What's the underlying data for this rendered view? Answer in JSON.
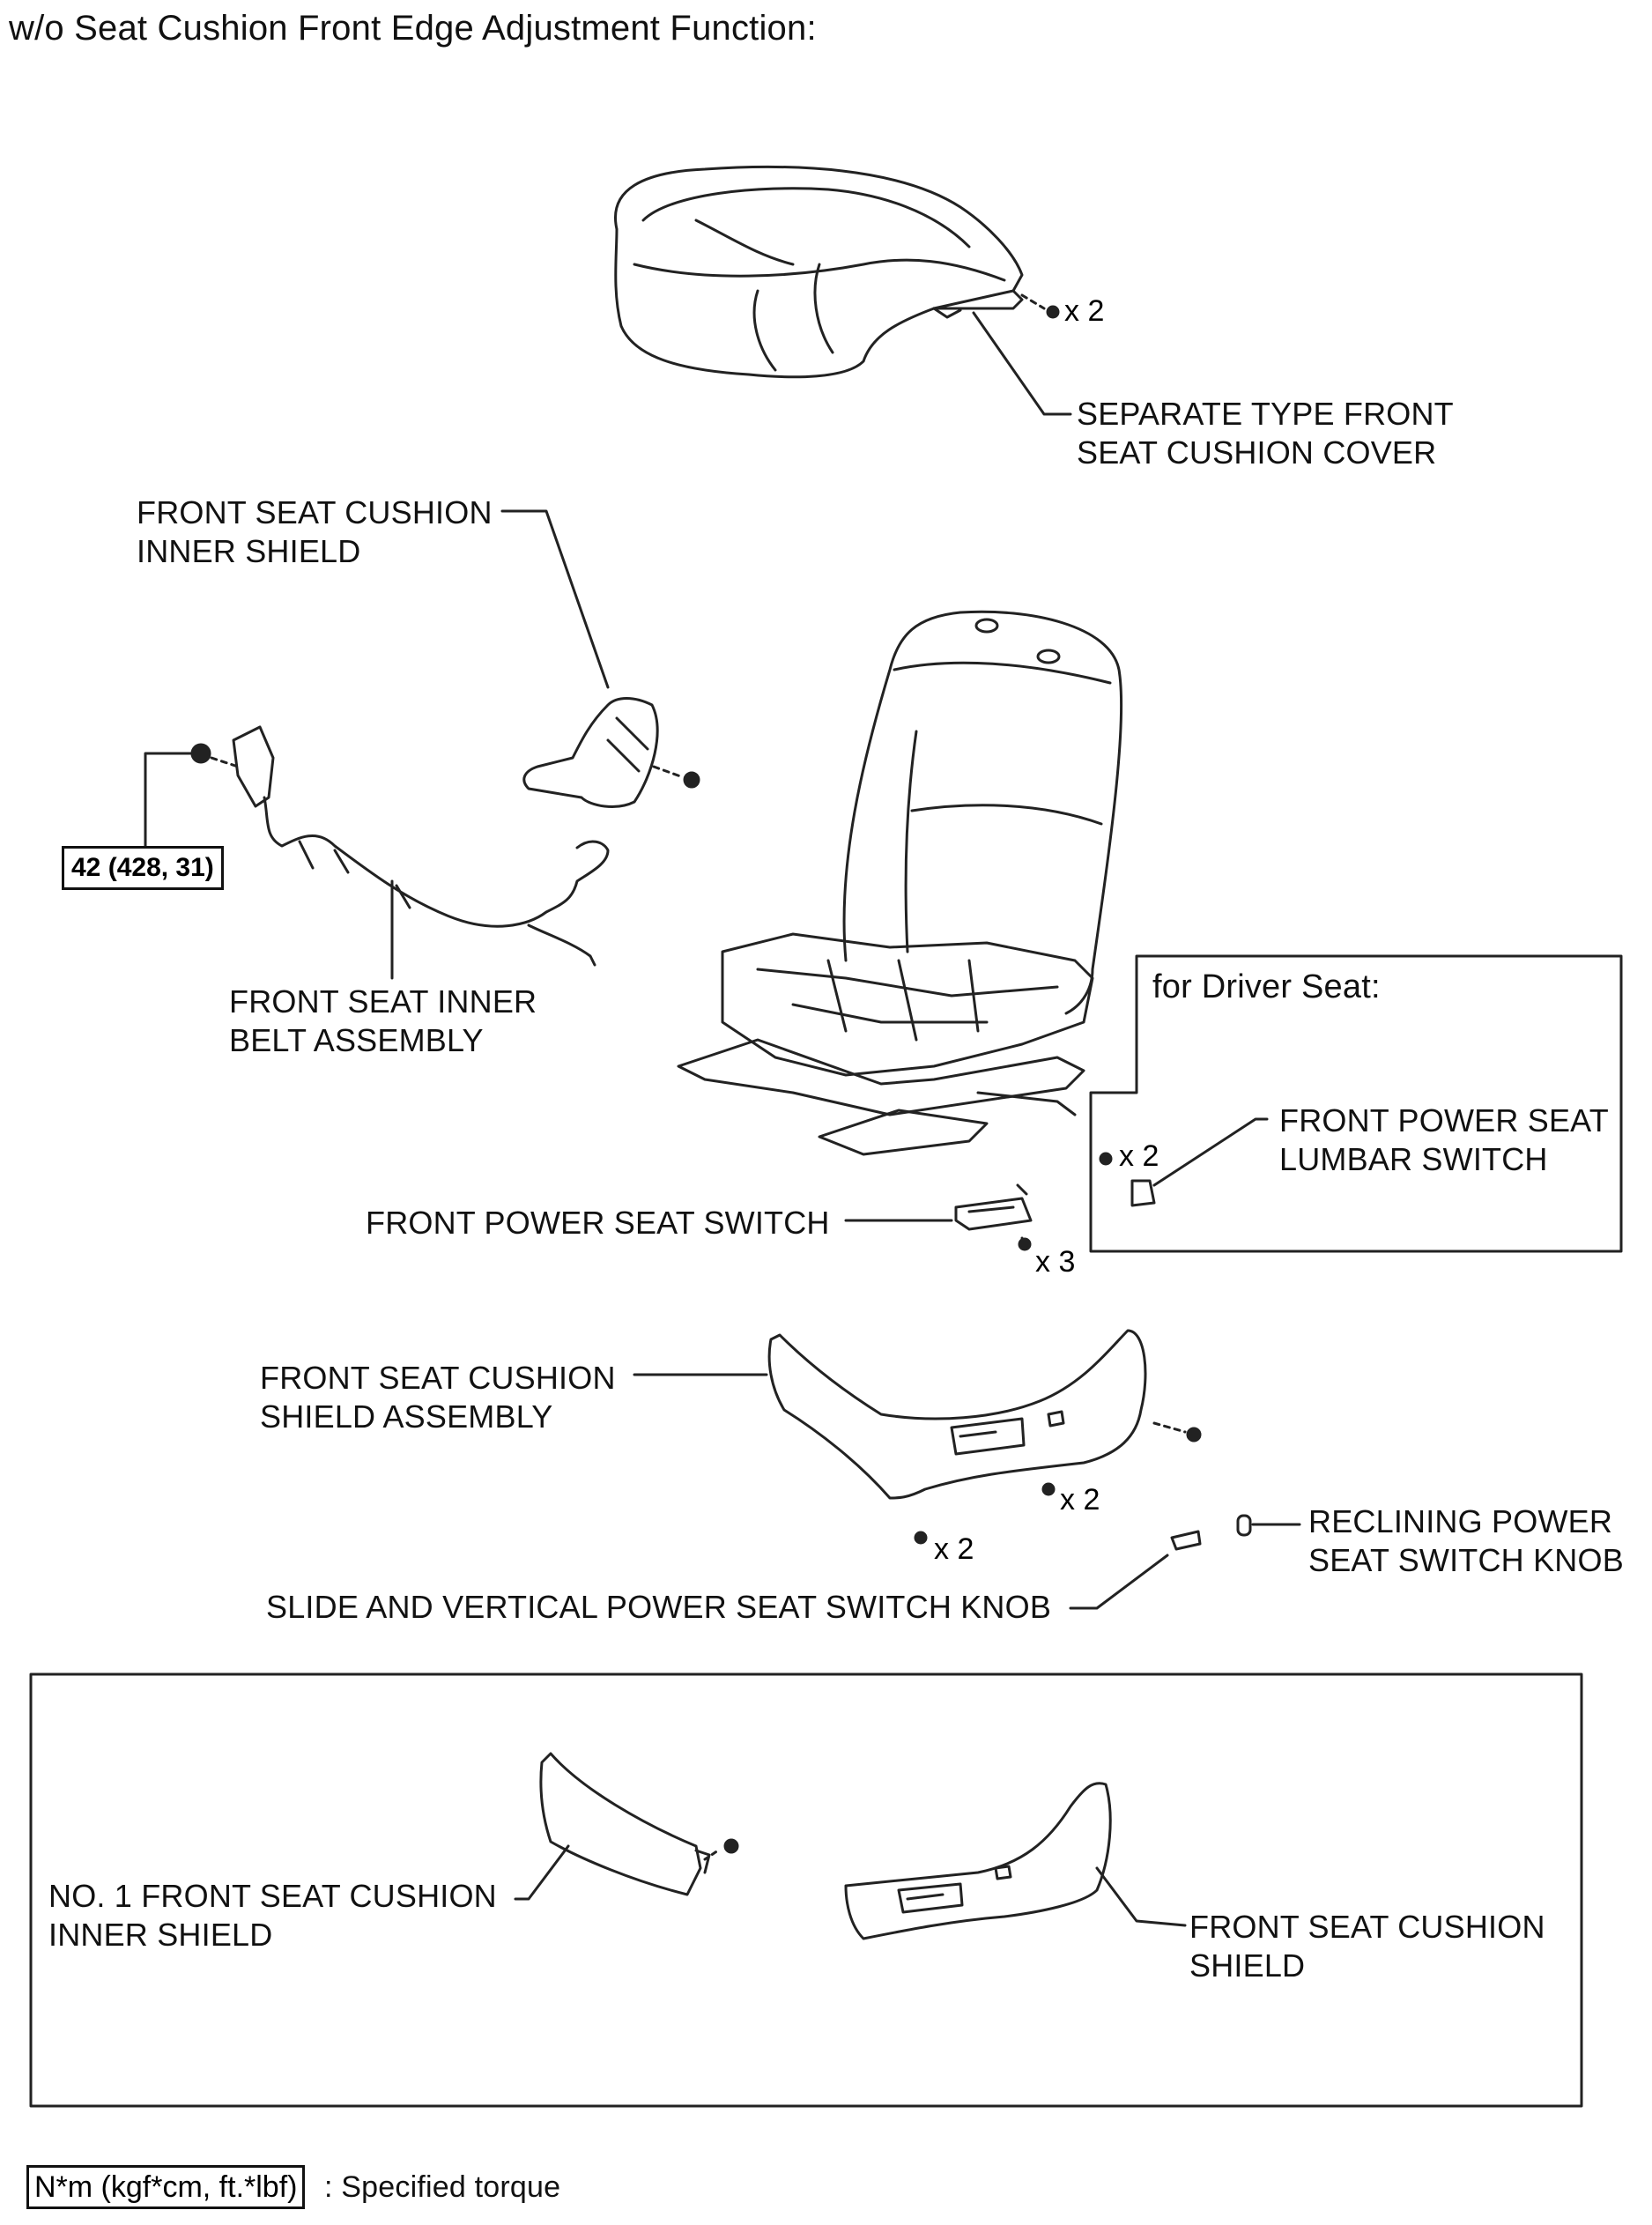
{
  "title": "w/o Seat Cushion Front Edge Adjustment Function:",
  "labels": {
    "cushion_cover": [
      "SEPARATE TYPE FRONT",
      "SEAT CUSHION COVER"
    ],
    "inner_shield": [
      "FRONT SEAT CUSHION",
      "INNER SHIELD"
    ],
    "inner_belt": [
      "FRONT SEAT INNER",
      "BELT ASSEMBLY"
    ],
    "driver_seat": "for Driver Seat:",
    "lumbar_switch": [
      "FRONT POWER SEAT",
      "LUMBAR SWITCH"
    ],
    "power_seat_switch": "FRONT POWER SEAT SWITCH",
    "shield_assembly": [
      "FRONT SEAT CUSHION",
      "SHIELD ASSEMBLY"
    ],
    "reclining_knob": [
      "RECLINING POWER",
      "SEAT SWITCH KNOB"
    ],
    "slide_knob": "SLIDE AND VERTICAL POWER SEAT SWITCH KNOB",
    "no1_inner_shield": [
      "NO. 1 FRONT SEAT CUSHION",
      "INNER SHIELD"
    ],
    "cushion_shield": [
      "FRONT SEAT CUSHION",
      "SHIELD"
    ]
  },
  "quantities": {
    "cover_clips": "x 2",
    "lumbar_screws": "x 2",
    "switch_screws": "x 3",
    "shield_screws_a": "x 2",
    "shield_screws_b": "x 2"
  },
  "torque": "42 (428, 31)",
  "legend": {
    "key": "N*m (kgf*cm, ft.*lbf)",
    "text": ": Specified torque"
  }
}
